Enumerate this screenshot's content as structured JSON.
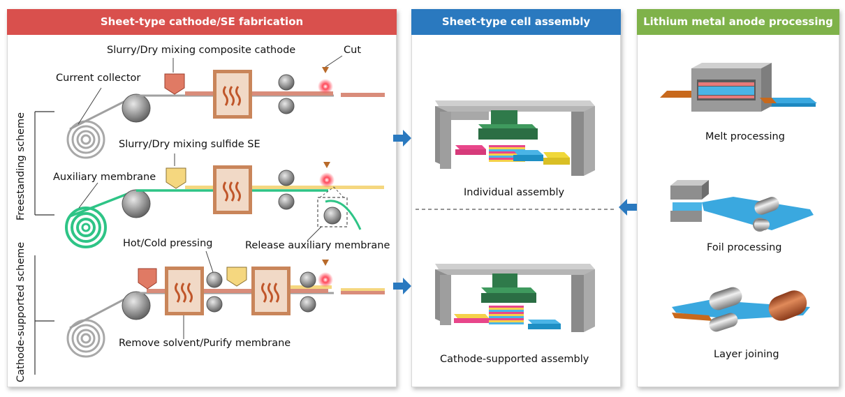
{
  "headers": {
    "fabrication": "Sheet-type cathode/SE fabrication",
    "cell_assembly": "Sheet-type cell assembly",
    "anode": "Lithium metal anode processing"
  },
  "colors": {
    "fabrication_header": "#d9504d",
    "cell_assembly_header": "#2a79bf",
    "anode_header": "#7fb24a",
    "arrow": "#2a79bf",
    "membrane": "#2ec486",
    "cathode_layer": "#d98c7a",
    "se_layer": "#f5d77f",
    "lithium": "#4ab4e6",
    "oven": "#c46a3a"
  },
  "fabrication": {
    "slurry_cathode": "Slurry/Dry mixing composite cathode",
    "cut": "Cut",
    "current_collector": "Current collector",
    "slurry_se": "Slurry/Dry mixing sulfide SE",
    "auxiliary_membrane": "Auxiliary membrane",
    "hot_cold_pressing": "Hot/Cold pressing",
    "release_membrane": "Release auxiliary membrane",
    "remove_solvent": "Remove solvent/Purify membrane",
    "freestanding_scheme": "Freestanding scheme",
    "cathode_supported_scheme": "Cathode-supported scheme"
  },
  "assembly": {
    "individual": "Individual assembly",
    "cathode_supported": "Cathode-supported assembly"
  },
  "anode": {
    "melt": "Melt processing",
    "foil": "Foil processing",
    "layer": "Layer joining"
  }
}
